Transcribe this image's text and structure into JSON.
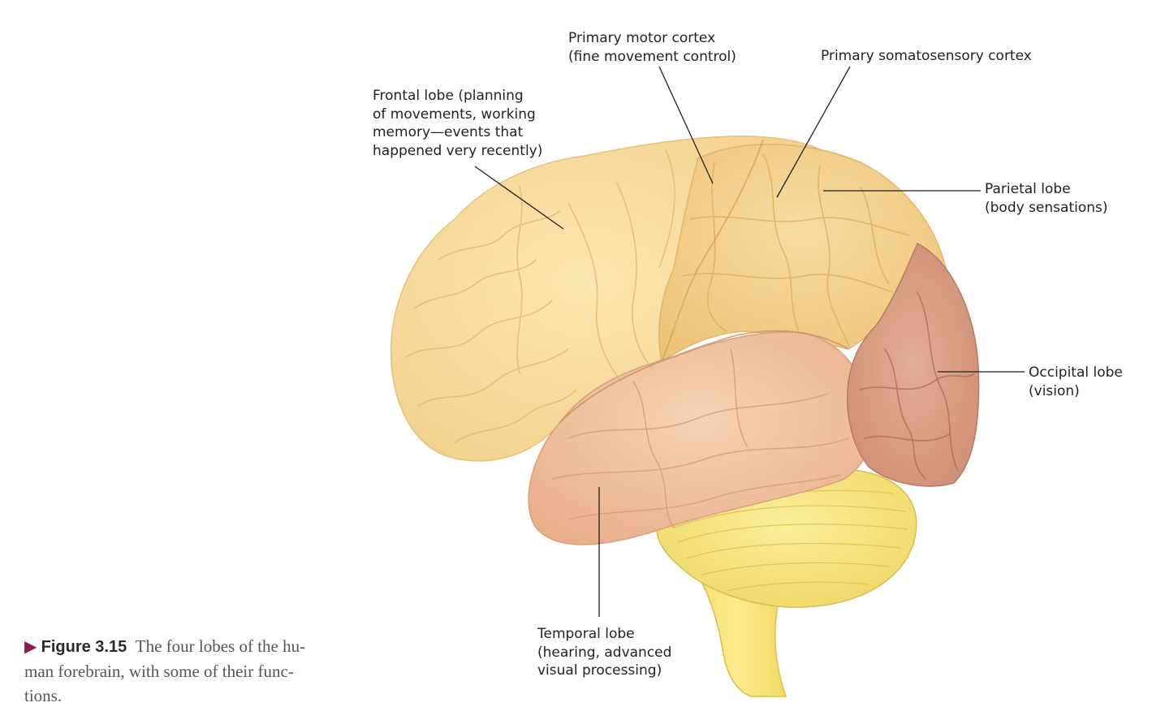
{
  "labels": {
    "motor": [
      "Primary motor cortex",
      "(fine movement control)"
    ],
    "somato": [
      "Primary somatosensory cortex"
    ],
    "frontal": [
      "Frontal lobe (planning",
      "of movements, working",
      "memory—events that",
      "happened very recently)"
    ],
    "parietal": [
      "Parietal lobe",
      "(body sensations)"
    ],
    "occipital": [
      "Occipital lobe",
      "(vision)"
    ],
    "temporal": [
      "Temporal lobe",
      "(hearing, advanced",
      "visual processing)"
    ]
  },
  "caption": {
    "marker": "▶",
    "figure": "Figure 3.15",
    "lines": [
      "The four lobes of the hu-",
      "man forebrain, with some of their func-",
      "tions."
    ]
  },
  "colors": {
    "frontal": "#f8dc98",
    "parietal": "#f3cf86",
    "temporal": "#efbf9a",
    "occipital": "#d79a80",
    "cerebellum": "#f6e37c",
    "brainstem": "#f8e571",
    "caption_marker": "#8a1b55"
  }
}
